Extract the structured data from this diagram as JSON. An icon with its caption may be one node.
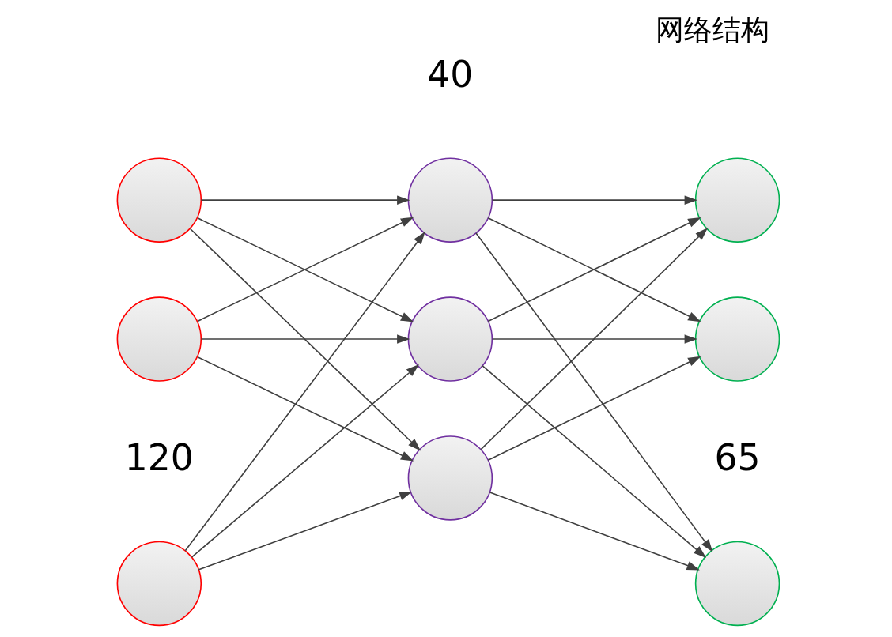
{
  "diagram": {
    "title": "网络结构",
    "nodes": [
      {
        "text": [],
        "shape": "circle"
      },
      {
        "text": [],
        "shape": "circle"
      },
      {
        "text": [],
        "shape": "circle"
      },
      {
        "text": [],
        "shape": "circle"
      },
      {
        "text": [],
        "shape": "circle"
      },
      {
        "text": [],
        "shape": "circle"
      },
      {
        "text": [],
        "shape": "circle"
      },
      {
        "text": [],
        "shape": "circle"
      },
      {
        "text": [],
        "shape": "circle"
      }
    ],
    "edges": [
      {
        "from": 0,
        "to": 3,
        "arrow": "to"
      },
      {
        "from": 0,
        "to": 4,
        "arrow": "to"
      },
      {
        "from": 0,
        "to": 5,
        "arrow": "to"
      },
      {
        "from": 1,
        "to": 3,
        "arrow": "to"
      },
      {
        "from": 1,
        "to": 4,
        "arrow": "to"
      },
      {
        "from": 1,
        "to": 5,
        "arrow": "to"
      },
      {
        "from": 2,
        "to": 3,
        "arrow": "to"
      },
      {
        "from": 2,
        "to": 4,
        "arrow": "to"
      },
      {
        "from": 2,
        "to": 5,
        "arrow": "to"
      },
      {
        "from": 3,
        "to": 6,
        "arrow": "to"
      },
      {
        "from": 3,
        "to": 7,
        "arrow": "to"
      },
      {
        "from": 3,
        "to": 8,
        "arrow": "to"
      },
      {
        "from": 4,
        "to": 6,
        "arrow": "to"
      },
      {
        "from": 4,
        "to": 7,
        "arrow": "to"
      },
      {
        "from": 4,
        "to": 8,
        "arrow": "to"
      },
      {
        "from": 5,
        "to": 6,
        "arrow": "to"
      },
      {
        "from": 5,
        "to": 7,
        "arrow": "to"
      },
      {
        "from": 5,
        "to": 8,
        "arrow": "to"
      }
    ],
    "labels": [
      "40",
      "120",
      "65"
    ]
  }
}
